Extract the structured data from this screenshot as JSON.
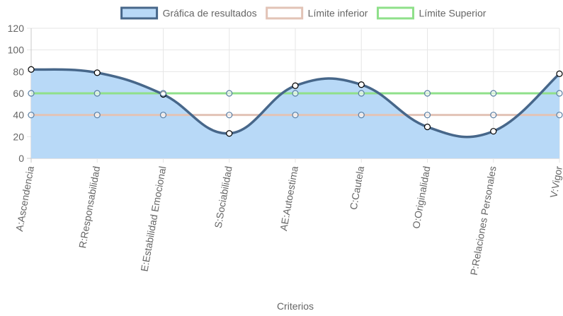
{
  "chart_data": {
    "type": "line",
    "xlabel": "Criterios",
    "ylabel": "",
    "ylim": [
      0,
      120
    ],
    "yticks": [
      0,
      20,
      40,
      60,
      80,
      100,
      120
    ],
    "grid": true,
    "legend_position": "top",
    "categories": [
      "A:Ascendencia",
      "R:Responsabilidad",
      "E:Estabilidad Emocional",
      "S:Sociabilidad",
      "AE:Autoestima",
      "C:Cautela",
      "O:Originalidad",
      "P:Relaciones Personales",
      "V:Vigor"
    ],
    "series": [
      {
        "name": "Gráfica de resultados",
        "values": [
          82,
          79,
          59,
          23,
          67,
          68,
          29,
          25,
          78
        ],
        "stroke": "#47678a",
        "fill": "#b8d9f7",
        "filled": true,
        "curved": true
      },
      {
        "name": "Límite inferior",
        "values": [
          40,
          40,
          40,
          40,
          40,
          40,
          40,
          40,
          40
        ],
        "stroke": "#e2c3b6",
        "fill": "#ffffff",
        "filled": false,
        "curved": false
      },
      {
        "name": "Límite Superior",
        "values": [
          60,
          60,
          60,
          60,
          60,
          60,
          60,
          60,
          60
        ],
        "stroke": "#8fe08a",
        "fill": "#ffffff",
        "filled": false,
        "curved": false
      }
    ]
  }
}
